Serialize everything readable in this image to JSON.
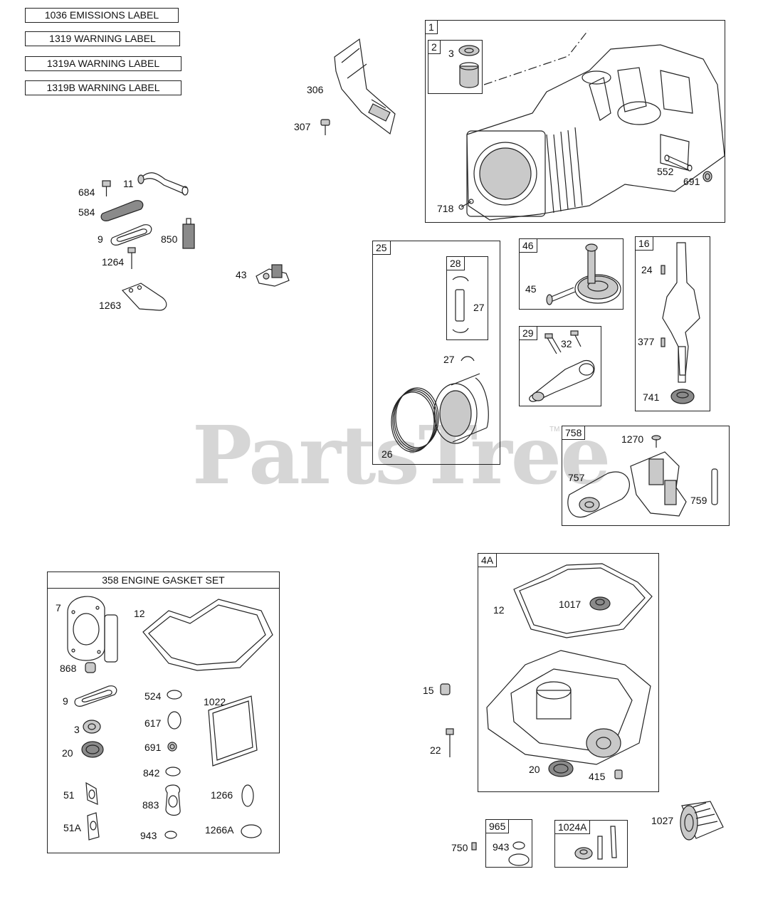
{
  "watermark": {
    "text": "PartsTree",
    "tm": "TM"
  },
  "labels_header": [
    "1036 EMISSIONS LABEL",
    "1319 WARNING LABEL",
    "1319A WARNING LABEL",
    "1319B WARNING LABEL"
  ],
  "parts": {
    "p306": "306",
    "p307": "307",
    "p684": "684",
    "p11": "11",
    "p584": "584",
    "p9": "9",
    "p850": "850",
    "p1264": "1264",
    "p43": "43",
    "p1263": "1263"
  },
  "block1": {
    "tag": "1",
    "tag2": "2",
    "p3": "3",
    "p552": "552",
    "p691": "691",
    "p718": "718"
  },
  "block25": {
    "tag": "25",
    "tag28": "28",
    "p27a": "27",
    "p27b": "27",
    "p26": "26"
  },
  "block46": {
    "tag": "46",
    "p45": "45"
  },
  "block29": {
    "tag": "29",
    "p32": "32"
  },
  "block16": {
    "tag": "16",
    "p24": "24",
    "p377": "377",
    "p741": "741"
  },
  "block758": {
    "tag": "758",
    "p1270": "1270",
    "p757": "757",
    "p759": "759"
  },
  "gasket": {
    "title": "358 ENGINE GASKET SET",
    "p7": "7",
    "p12": "12",
    "p868": "868",
    "p9": "9",
    "p524": "524",
    "p1022": "1022",
    "p3": "3",
    "p617": "617",
    "p20": "20",
    "p691": "691",
    "p842": "842",
    "p51": "51",
    "p883": "883",
    "p1266": "1266",
    "p51A": "51A",
    "p943": "943",
    "p1266A": "1266A"
  },
  "block4A": {
    "tag": "4A",
    "p12": "12",
    "p1017": "1017",
    "p20": "20",
    "p415": "415"
  },
  "loose": {
    "p15": "15",
    "p22": "22",
    "p750": "750",
    "p1027": "1027"
  },
  "block965": {
    "tag": "965",
    "p943": "943"
  },
  "block1024A": {
    "tag": "1024A"
  }
}
